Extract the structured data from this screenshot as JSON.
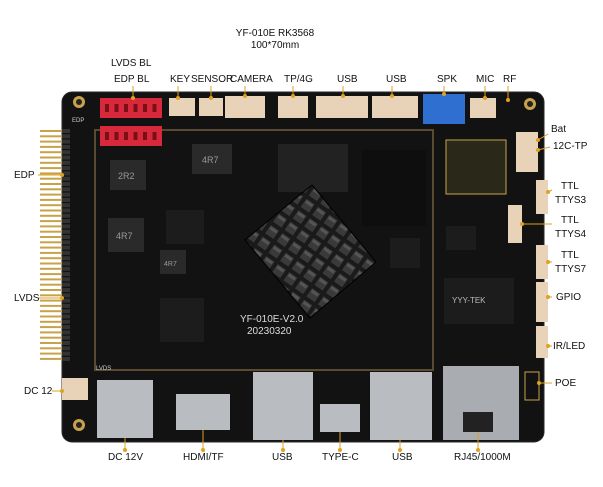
{
  "title": {
    "line1": "YF-010E RK3568",
    "line2": "100*70mm"
  },
  "board": {
    "silk_model": "YF-010E-V2.0",
    "silk_date": "20230320",
    "silk_edp": "EDP",
    "silk_lvds": "LVDS",
    "silk_ic1": "2R2",
    "silk_ic2": "4R7",
    "silk_ic3": "4R7",
    "silk_ic4": "4R7",
    "silk_eth": "YYY-TEK",
    "colors": {
      "pcb": "#121212",
      "header_red": "#d8283b",
      "connector_beige": "#e8d2b8",
      "pin_gold": "#c8a24a",
      "metal": "#b9bcc0",
      "header_blue": "#2f6fd0"
    }
  },
  "labels": {
    "top": [
      {
        "text": "LVDS BL"
      },
      {
        "text": "EDP BL"
      },
      {
        "text": "KEY"
      },
      {
        "text": "SENSOR"
      },
      {
        "text": "CAMERA"
      },
      {
        "text": "TP/4G"
      },
      {
        "text": "USB"
      },
      {
        "text": "USB"
      },
      {
        "text": "SPK"
      },
      {
        "text": "MIC"
      },
      {
        "text": "RF"
      }
    ],
    "left": [
      {
        "text": "EDP"
      },
      {
        "text": "LVDS"
      },
      {
        "text": "DC 12"
      }
    ],
    "right": [
      {
        "text": "Bat"
      },
      {
        "text": "12C-TP"
      },
      {
        "text": "TTL"
      },
      {
        "text": "TTYS3"
      },
      {
        "text": "TTL"
      },
      {
        "text": "TTYS4"
      },
      {
        "text": "TTL"
      },
      {
        "text": "TTYS7"
      },
      {
        "text": "GPIO"
      },
      {
        "text": "IR/LED"
      },
      {
        "text": "POE"
      }
    ],
    "bottom": [
      {
        "text": "DC 12V"
      },
      {
        "text": "HDMI/TF"
      },
      {
        "text": "USB"
      },
      {
        "text": "TYPE-C"
      },
      {
        "text": "USB"
      },
      {
        "text": "RJ45/1000M"
      }
    ]
  }
}
